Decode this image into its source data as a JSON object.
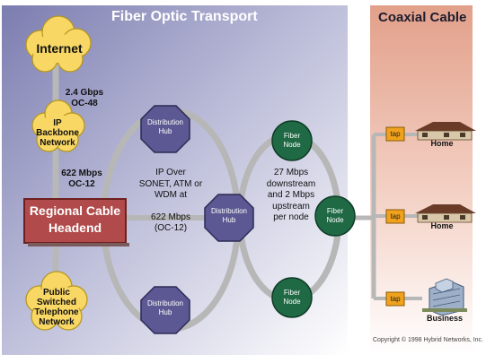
{
  "panels": {
    "fiber_title": "Fiber Optic Transport",
    "coax_title": "Coaxial Cable"
  },
  "clouds": {
    "internet": "Internet",
    "ip_backbone": [
      "IP",
      "Backbone",
      "Network"
    ],
    "pstn": [
      "Public",
      "Switched",
      "Telephone",
      "Network"
    ]
  },
  "links": {
    "oc48": [
      "2.4 Gbps",
      "OC-48"
    ],
    "oc12": [
      "622 Mbps",
      "OC-12"
    ]
  },
  "headend": [
    "Regional Cable",
    "Headend"
  ],
  "hubs": {
    "label": [
      "Distribution",
      "Hub"
    ]
  },
  "fiber_nodes": {
    "label": [
      "Fiber",
      "Node"
    ]
  },
  "ring_texts": {
    "left": [
      "IP Over",
      "SONET, ATM or",
      "WDM at",
      "",
      "622 Mbps",
      "(OC-12)"
    ],
    "right": [
      "27 Mbps",
      "downstream",
      "and 2 Mbps",
      "upstream",
      "per node"
    ]
  },
  "taps": {
    "label": "tap"
  },
  "subscribers": {
    "home1": "Home",
    "home2": "Home",
    "business": "Business"
  },
  "footer": {
    "copyright": "Copyright © 1998 Hybrid Networks, Inc."
  },
  "colors": {
    "fiber_panel": "#8f90bd",
    "coax_panel": "#e4a791",
    "hub": "#5c5893",
    "fiber_node": "#1f6a45",
    "headend": "#b14a4a",
    "cloud": "#f8d765",
    "tap": "#f0a21d"
  }
}
